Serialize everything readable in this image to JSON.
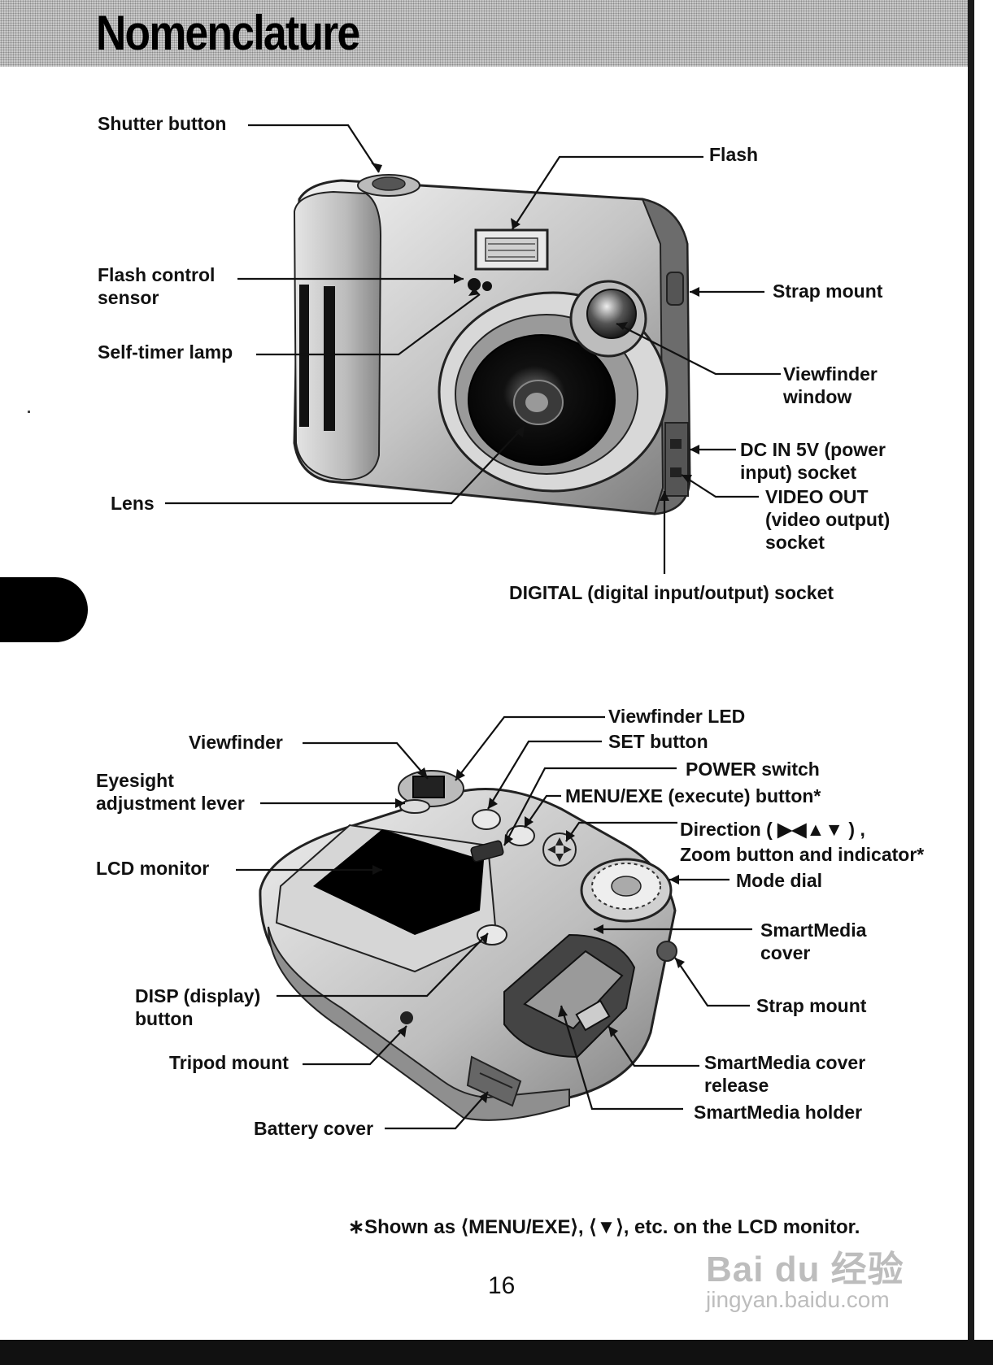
{
  "page": {
    "title": "Nomenclature",
    "page_number": "16",
    "footnote": "∗Shown as ⟨MENU/EXE⟩, ⟨▼⟩, etc. on the LCD monitor.",
    "watermark_top": "Bai du 经验",
    "watermark_bottom": "jingyan.baidu.com"
  },
  "front_view": {
    "labels": {
      "shutter_button": "Shutter button",
      "flash": "Flash",
      "flash_control_sensor_1": "Flash control",
      "flash_control_sensor_2": "sensor",
      "strap_mount": "Strap mount",
      "self_timer_lamp": "Self-timer lamp",
      "viewfinder_window_1": "Viewfinder",
      "viewfinder_window_2": "window",
      "dc_in_1": "DC IN 5V (power",
      "dc_in_2": "input) socket",
      "lens": "Lens",
      "video_out_1": "VIDEO OUT",
      "video_out_2": "(video output)",
      "video_out_3": "socket",
      "digital": "DIGITAL (digital input/output) socket"
    }
  },
  "rear_view": {
    "labels": {
      "viewfinder_led": "Viewfinder LED",
      "viewfinder": "Viewfinder",
      "set_button": "SET button",
      "eyesight_1": "Eyesight",
      "eyesight_2": "adjustment lever",
      "power_switch": "POWER switch",
      "menu_exe": "MENU/EXE (execute) button*",
      "direction_1": "Direction ( ▶◀▲▼ ) ,",
      "direction_2": "Zoom  button and indicator*",
      "lcd_monitor": "LCD monitor",
      "mode_dial": "Mode dial",
      "smartmedia_cover_1": "SmartMedia",
      "smartmedia_cover_2": "cover",
      "disp_1": "DISP (display)",
      "disp_2": "button",
      "strap_mount": "Strap mount",
      "tripod_mount": "Tripod mount",
      "sm_release_1": "SmartMedia cover",
      "sm_release_2": "release",
      "sm_holder": "SmartMedia holder",
      "battery_cover": "Battery cover"
    }
  }
}
